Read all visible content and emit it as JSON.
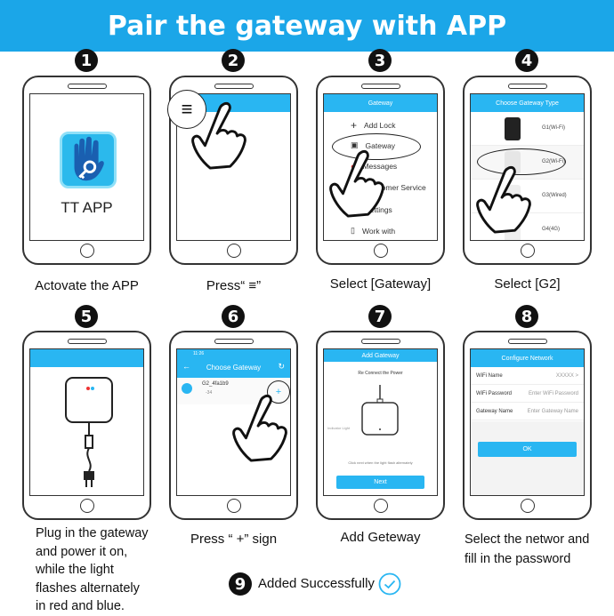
{
  "title": "Pair the gateway with APP",
  "steps": [
    {
      "num": "1",
      "caption": "Actovate the APP",
      "app_name": "TT APP"
    },
    {
      "num": "2",
      "caption": "Press“ ≡”"
    },
    {
      "num": "3",
      "caption": "Select [Gateway]",
      "screen_title": "Gateway",
      "menu": [
        "Add Lock",
        "Gateway",
        "Messages",
        "Customer Service",
        "Settings",
        "Work with"
      ]
    },
    {
      "num": "4",
      "caption": "Select [G2]",
      "screen_title": "Choose Gateway Type",
      "types": [
        "G1(Wi-Fi)",
        "G2(Wi-Fi)",
        "G3(Wired)",
        "G4(4G)"
      ]
    },
    {
      "num": "5",
      "caption_lines": [
        "Plug in the gateway",
        "and power it on,",
        "while the light",
        "flashes alternately",
        "in red and blue."
      ]
    },
    {
      "num": "6",
      "caption": "Press “ +” sign",
      "screen_title": "Choose Gateway",
      "status_time": "11:26",
      "device_name": "G2_4fa1b9",
      "device_signal": "-34",
      "add_symbol": "+"
    },
    {
      "num": "7",
      "caption": "Add Geteway",
      "screen_title": "Add Gateway",
      "instruction": "Re Connect the Power",
      "indicator_label": "Indicator Light",
      "hint": "Click next when the light flash alternately",
      "button": "Next"
    },
    {
      "num": "8",
      "caption_lines": [
        "Select  the networ and",
        "fill in the password"
      ],
      "screen_title": "Configure Network",
      "fields": [
        {
          "label": "WiFi Name",
          "value": "XXXXX  >"
        },
        {
          "label": "WiFi Password",
          "value": "Enter WiFi Password"
        },
        {
          "label": "Gateway Name",
          "value": "Enter Gateway Name"
        }
      ],
      "button": "OK"
    }
  ],
  "final": {
    "num": "9",
    "text": "Added Successfully"
  },
  "colors": {
    "banner": "#1ba6e8",
    "app_bar": "#29b6f2"
  }
}
